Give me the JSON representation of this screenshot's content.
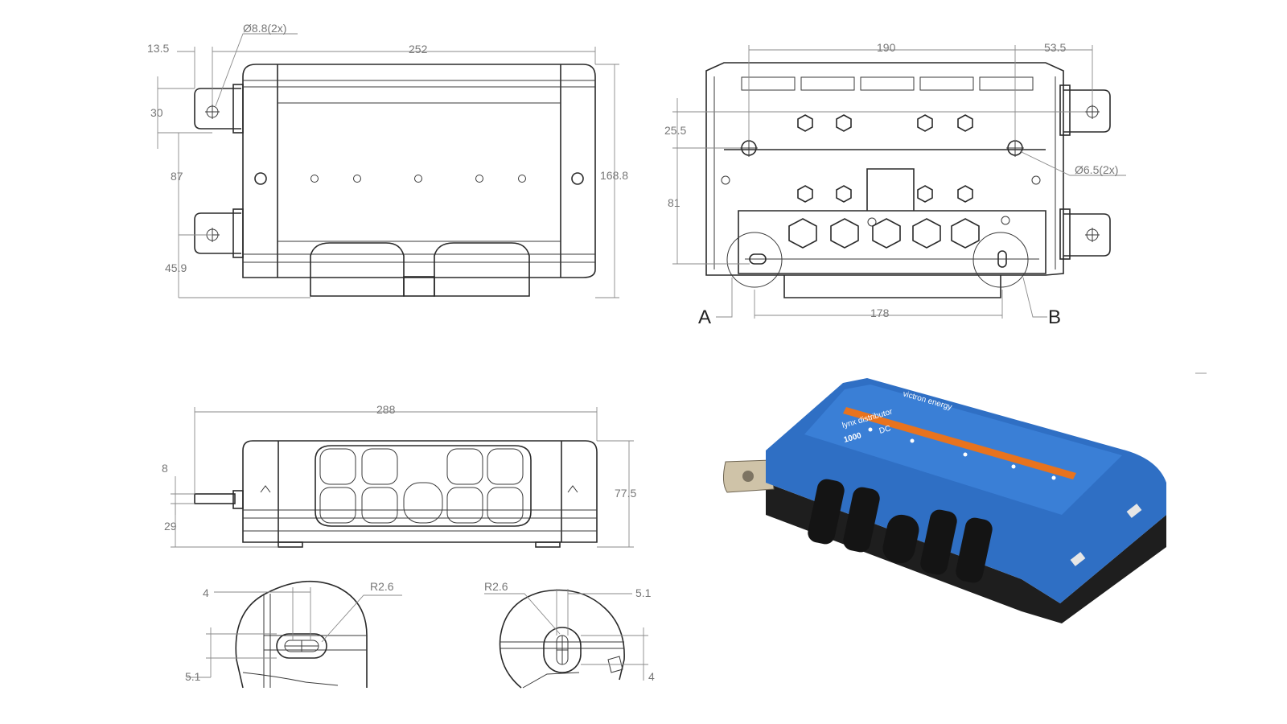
{
  "top_view": {
    "dims": {
      "hole_dia": "Ø8.8(2x)",
      "tab_offset": "13.5",
      "overall_width": "252",
      "tab_height": "30",
      "tab_spacing": "87",
      "bottom_offset": "45.9",
      "overall_height": "168.8"
    }
  },
  "bottom_view": {
    "dims": {
      "hole_spacing": "190",
      "right_offset": "53.5",
      "top_offset": "25.5",
      "hole_dia": "Ø6.5(2x)",
      "vert_spacing": "81",
      "foot_spacing": "178"
    },
    "callouts": {
      "a": "A",
      "b": "B"
    }
  },
  "side_view": {
    "dims": {
      "overall_length": "288",
      "stud_dia": "8",
      "stud_height": "29",
      "height": "77.5"
    }
  },
  "detail_a": {
    "dims": {
      "width": "4",
      "radius": "R2.6",
      "height": "5.1"
    }
  },
  "detail_b": {
    "dims": {
      "radius": "R2.6",
      "width": "5.1",
      "height": "4"
    }
  },
  "product_photo": {
    "brand": "victron energy",
    "model_line1": "lynx distributor",
    "model_line2": "1000",
    "model_suffix": "DC",
    "colors": {
      "body_blue": "#2f6fc4",
      "base_black": "#1e1e1e",
      "stripe_orange": "#e8731e",
      "terminal": "#cfc3a8"
    }
  }
}
